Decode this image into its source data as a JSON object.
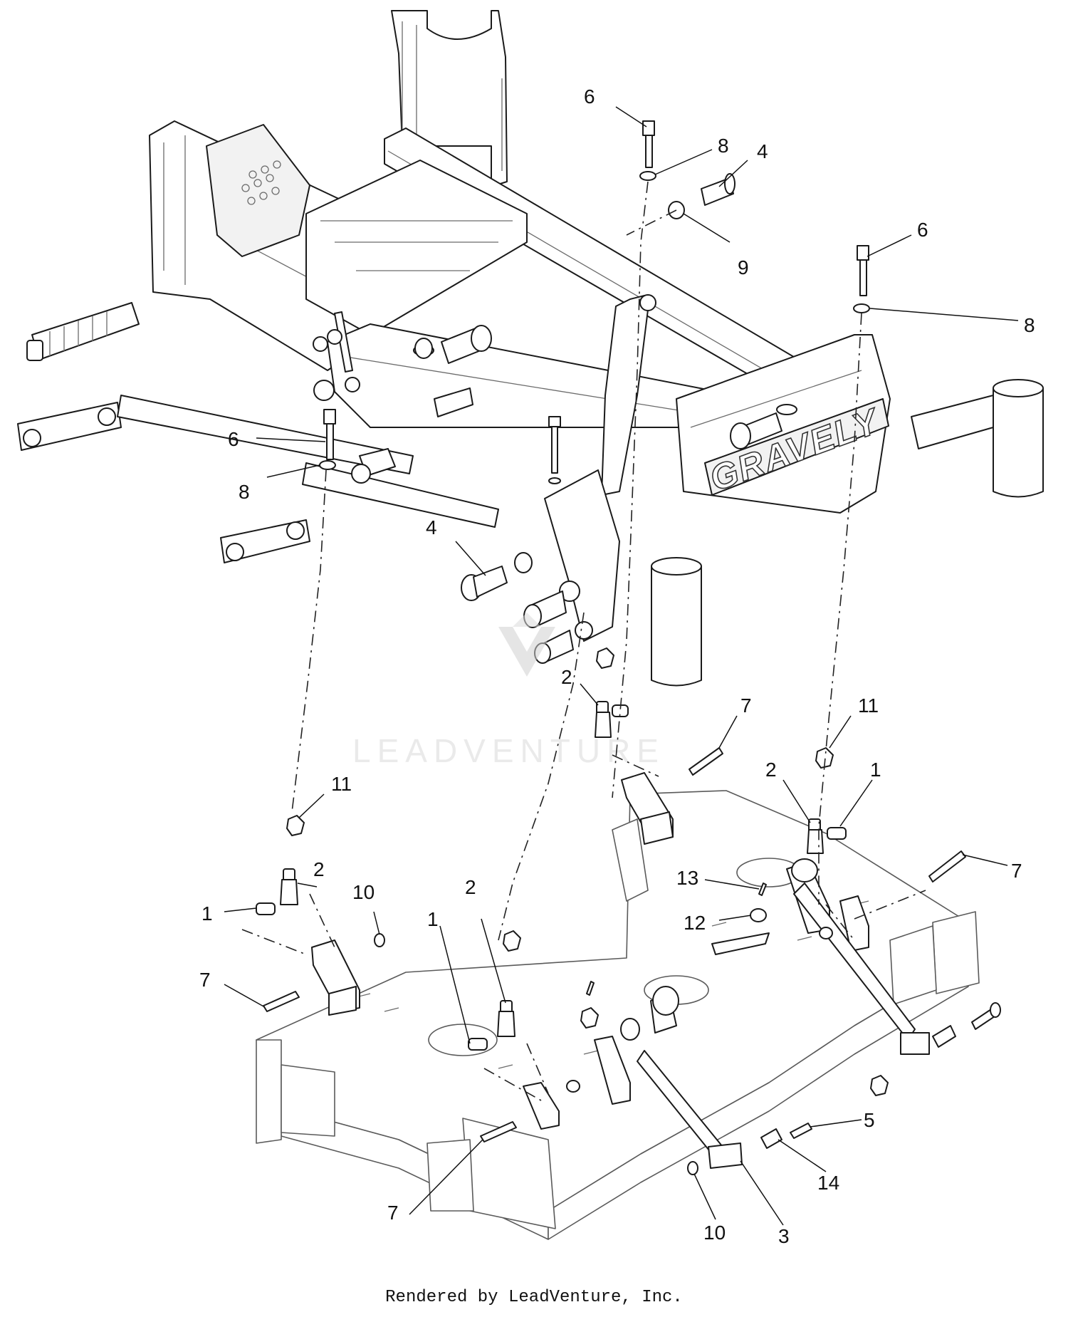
{
  "brand_text": "GRAVELY",
  "watermark_text": "LEADVENTURE",
  "footer_text": "Rendered by LeadVenture, Inc.",
  "callouts": [
    {
      "id": "c-6-top",
      "label": "6"
    },
    {
      "id": "c-8-top",
      "label": "8"
    },
    {
      "id": "c-4-top",
      "label": "4"
    },
    {
      "id": "c-9",
      "label": "9"
    },
    {
      "id": "c-6-right",
      "label": "6"
    },
    {
      "id": "c-8-right",
      "label": "8"
    },
    {
      "id": "c-6-left",
      "label": "6"
    },
    {
      "id": "c-8-left",
      "label": "8"
    },
    {
      "id": "c-4-mid",
      "label": "4"
    },
    {
      "id": "c-2-center",
      "label": "2"
    },
    {
      "id": "c-7-center",
      "label": "7"
    },
    {
      "id": "c-11-right",
      "label": "11"
    },
    {
      "id": "c-2-right",
      "label": "2"
    },
    {
      "id": "c-1-right",
      "label": "1"
    },
    {
      "id": "c-7-right",
      "label": "7"
    },
    {
      "id": "c-13",
      "label": "13"
    },
    {
      "id": "c-12",
      "label": "12"
    },
    {
      "id": "c-11-left",
      "label": "11"
    },
    {
      "id": "c-2-left",
      "label": "2"
    },
    {
      "id": "c-1-left",
      "label": "1"
    },
    {
      "id": "c-10-left",
      "label": "10"
    },
    {
      "id": "c-7-left",
      "label": "7"
    },
    {
      "id": "c-1-center",
      "label": "1"
    },
    {
      "id": "c-2-lower",
      "label": "2"
    },
    {
      "id": "c-5",
      "label": "5"
    },
    {
      "id": "c-14",
      "label": "14"
    },
    {
      "id": "c-3",
      "label": "3"
    },
    {
      "id": "c-7-bottom",
      "label": "7"
    },
    {
      "id": "c-10-bottom",
      "label": "10"
    }
  ]
}
